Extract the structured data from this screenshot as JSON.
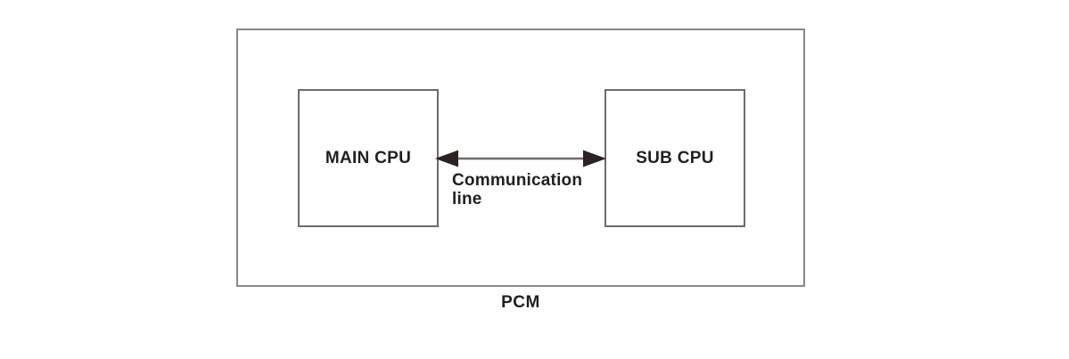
{
  "diagram": {
    "outer_box_label": "PCM",
    "nodes": [
      {
        "id": "main-cpu",
        "label": "MAIN CPU"
      },
      {
        "id": "sub-cpu",
        "label": "SUB CPU"
      }
    ],
    "connection": {
      "type": "bidirectional-arrow",
      "label": "Communication line"
    },
    "colors": {
      "outer_border": "#8a8788",
      "node_border": "#6e6a6b",
      "line": "#6f6b6c",
      "arrowhead": "#2b2322",
      "text": "#231f20",
      "background": "#ffffff"
    }
  }
}
